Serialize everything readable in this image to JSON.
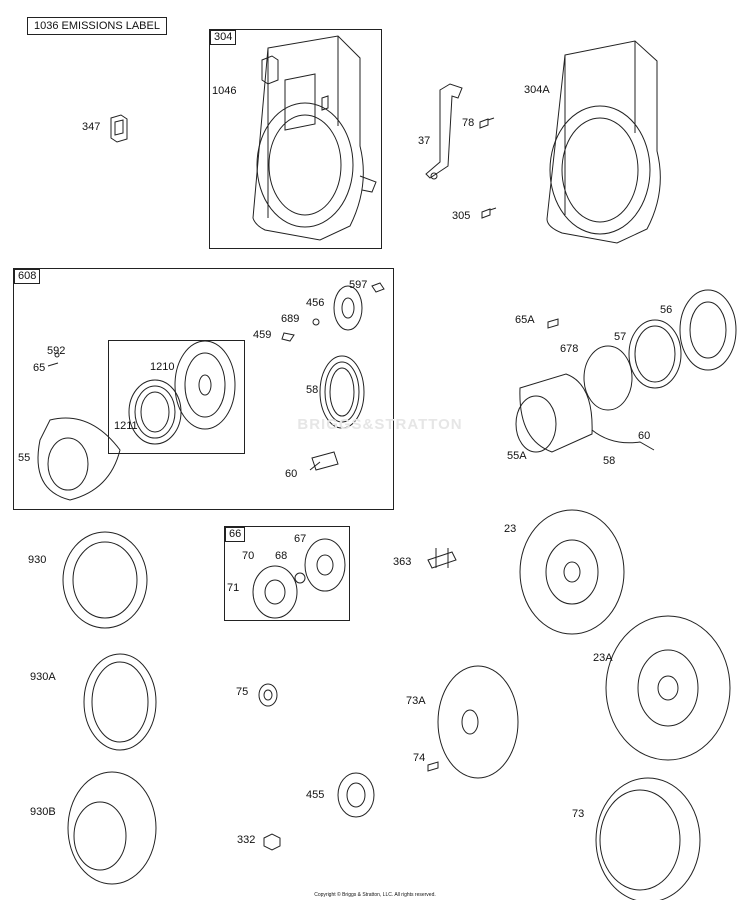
{
  "header": {
    "title": "1036 EMISSIONS LABEL"
  },
  "boxes": {
    "b304": "304",
    "b608": "608",
    "b66": "66"
  },
  "labels": {
    "l1046": "1046",
    "l347": "347",
    "l37": "37",
    "l78": "78",
    "l304A": "304A",
    "l305": "305",
    "l597": "597",
    "l456": "456",
    "l689": "689",
    "l459": "459",
    "l592": "592",
    "l65": "65",
    "l1210": "1210",
    "l1211": "1211",
    "l58a": "58",
    "l55": "55",
    "l60a": "60",
    "l65A": "65A",
    "l57": "57",
    "l56": "56",
    "l678": "678",
    "l55A": "55A",
    "l60b": "60",
    "l58b": "58",
    "l930": "930",
    "l70": "70",
    "l68": "68",
    "l67": "67",
    "l71": "71",
    "l363": "363",
    "l23": "23",
    "l930A": "930A",
    "l75": "75",
    "l73A": "73A",
    "l23A": "23A",
    "l74": "74",
    "l930B": "930B",
    "l455": "455",
    "l332": "332",
    "l73": "73"
  },
  "watermark": "BRIGGS&STRATTON",
  "footer": {
    "copyright": "Copyright © Briggs & Stratton, LLC. All rights reserved."
  }
}
